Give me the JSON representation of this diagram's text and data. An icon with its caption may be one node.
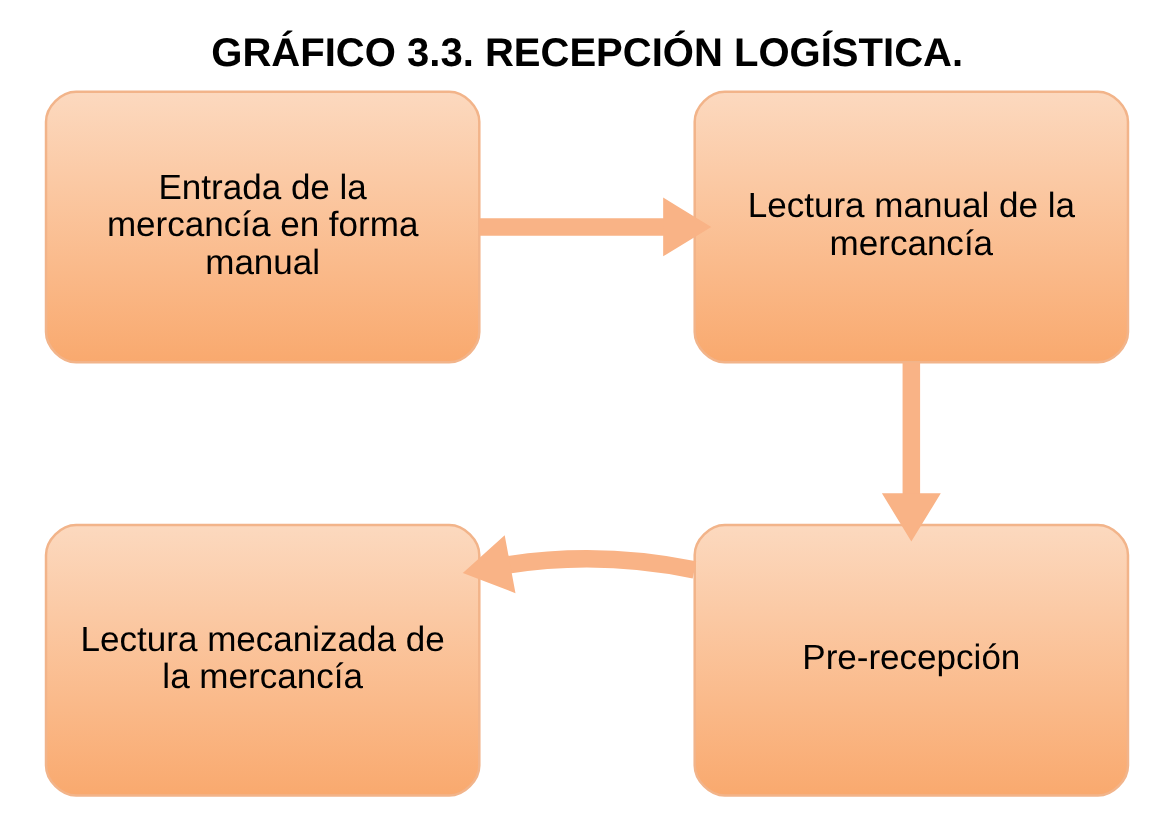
{
  "diagram": {
    "title": "GRÁFICO 3.3. RECEPCIÓN LOGÍSTICA.",
    "nodes": [
      {
        "text": [
          "Entrada de la mercancía en forma manual"
        ]
      },
      {
        "text": [
          "Lectura manual de la mercancía"
        ]
      },
      {
        "text": [
          "Pre-recepción"
        ]
      },
      {
        "text": [
          "Lectura mecanizada de la mercancía"
        ]
      }
    ],
    "edges": [
      {
        "from": 0,
        "to": 1,
        "arrow": "to"
      },
      {
        "from": 1,
        "to": 2,
        "arrow": "to"
      },
      {
        "from": 2,
        "to": 3,
        "arrow": "to"
      }
    ]
  }
}
